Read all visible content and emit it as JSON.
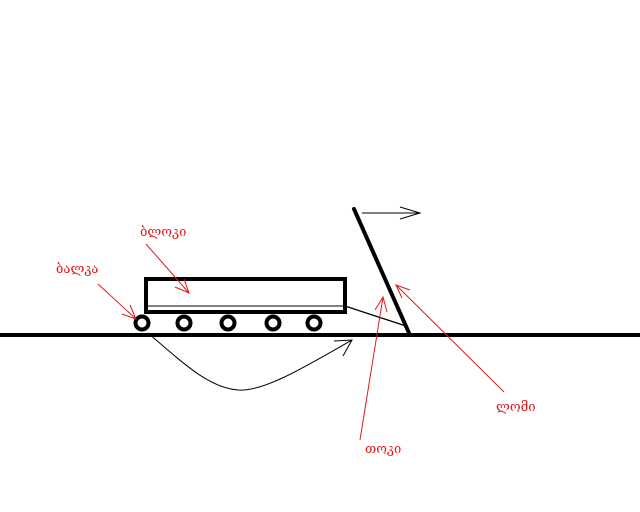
{
  "labels": {
    "ball": "ბალკა",
    "block": "ბლოკი",
    "lever": "ლომი",
    "rope": "თოკი"
  },
  "colors": {
    "ink": "#000000",
    "annotation": "#e0191b",
    "background": "#ffffff"
  }
}
